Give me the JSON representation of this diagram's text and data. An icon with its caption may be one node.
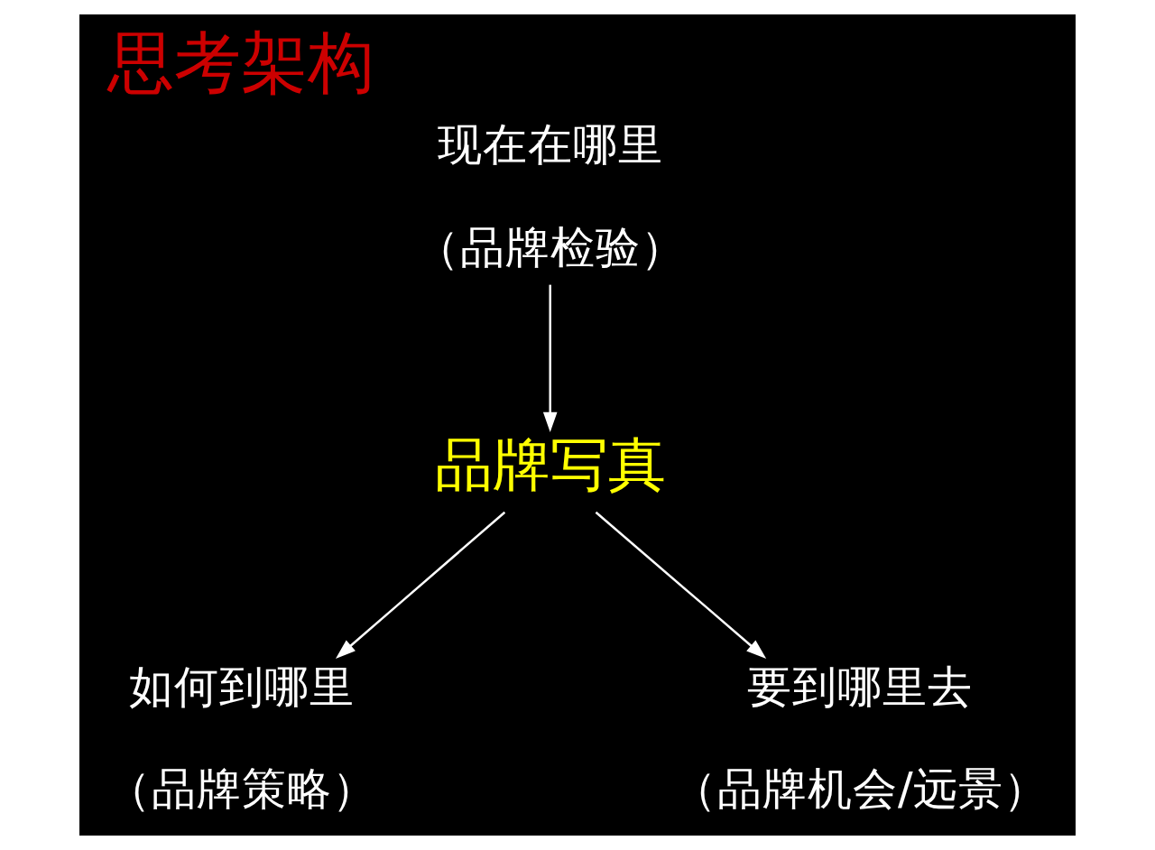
{
  "diagram": {
    "title": "思考架构",
    "nodes": [
      {
        "text": [
          "现在在哪里",
          "（品牌检验）"
        ]
      },
      {
        "text": [
          "品牌写真"
        ]
      },
      {
        "text": [
          "如何到哪里",
          "（品牌策略）"
        ]
      },
      {
        "text": [
          "要到哪里去",
          "（品牌机会/远景）"
        ]
      }
    ],
    "edges": [
      {
        "from": 0,
        "to": 1,
        "arrow": "to"
      },
      {
        "from": 1,
        "to": 2,
        "arrow": "to"
      },
      {
        "from": 1,
        "to": 3,
        "arrow": "to"
      }
    ]
  }
}
